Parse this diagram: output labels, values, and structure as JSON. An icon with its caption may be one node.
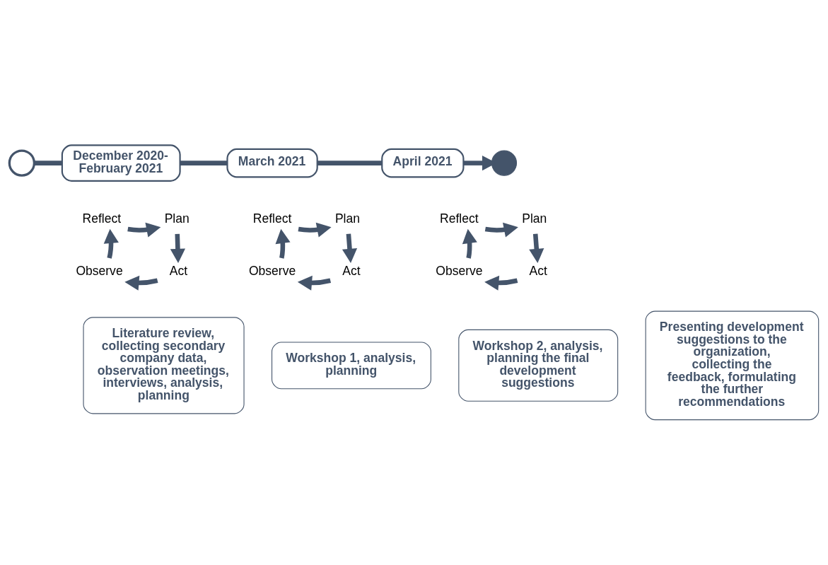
{
  "diagram": {
    "nodes": [
      {
        "text": [],
        "shape": "circle"
      },
      {
        "text": [
          "December 2020- February 2021"
        ]
      },
      {
        "text": [
          "March 2021"
        ]
      },
      {
        "text": [
          "April 2021"
        ]
      },
      {
        "text": [],
        "shape": "circle"
      },
      {
        "text": [
          "Reflect"
        ]
      },
      {
        "text": [
          "Plan"
        ]
      },
      {
        "text": [
          "Act"
        ]
      },
      {
        "text": [
          "Observe"
        ]
      },
      {
        "text": [
          "Reflect"
        ]
      },
      {
        "text": [
          "Plan"
        ]
      },
      {
        "text": [
          "Act"
        ]
      },
      {
        "text": [
          "Observe"
        ]
      },
      {
        "text": [
          "Reflect"
        ]
      },
      {
        "text": [
          "Plan"
        ]
      },
      {
        "text": [
          "Act"
        ]
      },
      {
        "text": [
          "Observe"
        ]
      },
      {
        "text": [
          "Literature review, collecting secondary company data, observation meetings, interviews, analysis, planning"
        ]
      },
      {
        "text": [
          "Workshop 1, analysis, planning"
        ]
      },
      {
        "text": [
          "Workshop 2, analysis, planning the final development suggestions"
        ]
      },
      {
        "text": [
          "Presenting development suggestions to the organization, collecting the feedback, formulating the further recommendations"
        ]
      }
    ],
    "edges": [
      {
        "from": 0,
        "to": 1,
        "arrow": "none"
      },
      {
        "from": 1,
        "to": 2,
        "arrow": "none"
      },
      {
        "from": 2,
        "to": 3,
        "arrow": "none"
      },
      {
        "from": 3,
        "to": 4,
        "arrow": "to"
      },
      {
        "from": 5,
        "to": 6,
        "arrow": "to"
      },
      {
        "from": 6,
        "to": 7,
        "arrow": "to"
      },
      {
        "from": 7,
        "to": 8,
        "arrow": "to"
      },
      {
        "from": 8,
        "to": 5,
        "arrow": "to"
      },
      {
        "from": 9,
        "to": 10,
        "arrow": "to"
      },
      {
        "from": 10,
        "to": 11,
        "arrow": "to"
      },
      {
        "from": 11,
        "to": 12,
        "arrow": "to"
      },
      {
        "from": 12,
        "to": 9,
        "arrow": "to"
      },
      {
        "from": 13,
        "to": 14,
        "arrow": "to"
      },
      {
        "from": 14,
        "to": 15,
        "arrow": "to"
      },
      {
        "from": 15,
        "to": 16,
        "arrow": "to"
      },
      {
        "from": 16,
        "to": 13,
        "arrow": "to"
      }
    ]
  }
}
